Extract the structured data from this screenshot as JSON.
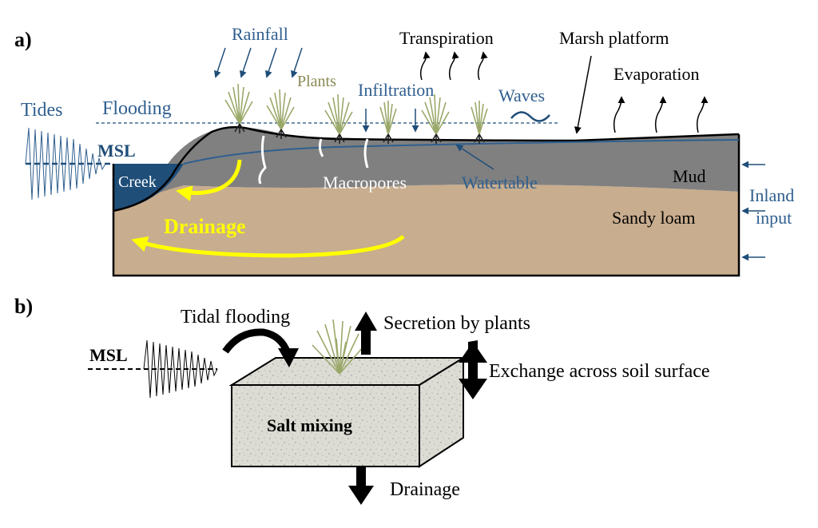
{
  "panel_a": {
    "label": "a)",
    "tides": "Tides",
    "msl": "MSL",
    "flooding": "Flooding",
    "rainfall": "Rainfall",
    "plants": "Plants",
    "infiltration": "Infiltration",
    "transpiration": "Transpiration",
    "marsh_platform": "Marsh platform",
    "waves": "Waves",
    "evaporation": "Evaporation",
    "creek": "Creek",
    "macropores": "Macropores",
    "watertable": "Watertable",
    "mud": "Mud",
    "sandy_loam": "Sandy loam",
    "inland_input_1": "Inland",
    "inland_input_2": "input",
    "drainage": "Drainage"
  },
  "panel_b": {
    "label": "b)",
    "msl": "MSL",
    "tidal_flooding": "Tidal flooding",
    "secretion": "Secretion by plants",
    "exchange": "Exchange across soil surface",
    "salt_mixing": "Salt mixing",
    "drainage": "Drainage"
  },
  "colors": {
    "water_blue": "#1f4e79",
    "label_blue": "#2f5f8f",
    "plants_olive": "#8a8a55",
    "mud_gray": "#7f7f7f",
    "sandy_tan": "#c8ad8e",
    "drainage_yellow": "#ffff00",
    "box_face": "#d9d9d2"
  }
}
